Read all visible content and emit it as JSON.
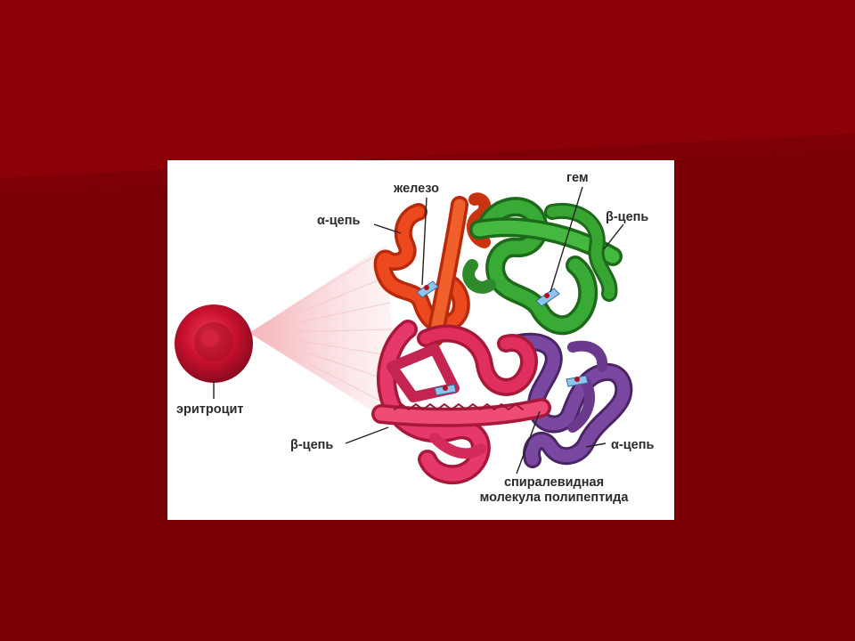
{
  "slide": {
    "background_color": "#7a0006",
    "highlight_color": "#8c0008"
  },
  "diagram": {
    "labels": {
      "iron": "железо",
      "alpha_chain_top": "α-цепь",
      "heme": "гем",
      "beta_chain_top": "β-цепь",
      "erythrocyte": "эритроцит",
      "beta_chain_bottom": "β-цепь",
      "alpha_chain_bottom": "α-цепь",
      "polypeptide_line1": "спиралевидная",
      "polypeptide_line2": "молекула полипептида"
    },
    "colors": {
      "alpha_chain_orange": "#e8431c",
      "beta_chain_green": "#2f9a2c",
      "beta_chain_pink": "#e0345c",
      "alpha_chain_purple": "#6b3a8c",
      "heme": "#8cc6ec",
      "erythrocyte": "#c8102e"
    }
  }
}
